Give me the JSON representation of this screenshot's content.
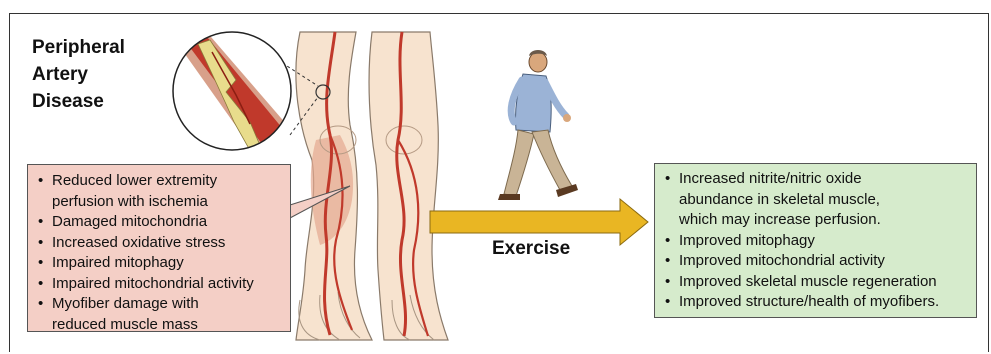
{
  "title_lines": [
    "Peripheral",
    "Artery",
    "Disease"
  ],
  "left_box": {
    "items": [
      [
        "Reduced lower extremity",
        "perfusion with ischemia"
      ],
      [
        "Damaged mitochondria"
      ],
      [
        "Increased oxidative stress"
      ],
      [
        "Impaired mitophagy"
      ],
      [
        "Impaired mitochondrial activity"
      ],
      [
        "Myofiber damage with",
        "reduced muscle mass"
      ]
    ]
  },
  "right_box": {
    "items": [
      [
        "Increased nitrite/nitric oxide",
        "abundance in skeletal muscle,",
        "which may increase perfusion."
      ],
      [
        "Improved mitophagy"
      ],
      [
        "Improved mitochondrial activity"
      ],
      [
        "Improved skeletal muscle regeneration"
      ],
      [
        "Improved structure/health of myofibers."
      ]
    ]
  },
  "arrow_label": "Exercise",
  "colors": {
    "left_box_fill": "#f4cfc6",
    "right_box_fill": "#d6ebcc",
    "arrow_fill": "#e9b623",
    "artery": "#c0392b",
    "plaque": "#e8dc8c",
    "skin": "#f7e3cf"
  }
}
